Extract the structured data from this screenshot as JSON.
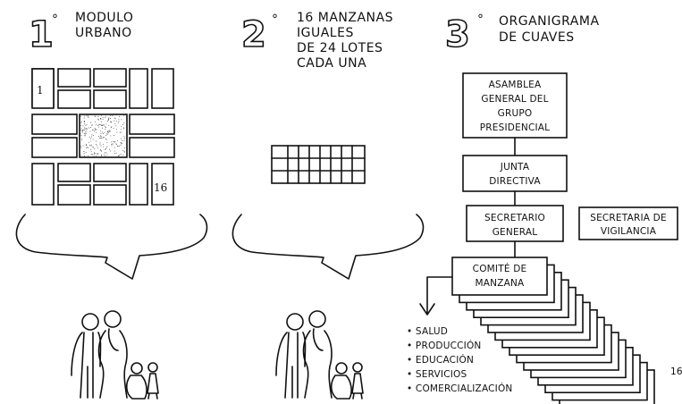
{
  "panels": [
    {
      "number": "1",
      "degree": "°",
      "title_lines": [
        "MODULO",
        "URBANO"
      ]
    },
    {
      "number": "2",
      "degree": "°",
      "title_lines": [
        "16 MANZANAS",
        "IGUALES",
        "DE 24 LOTES",
        "CADA UNA"
      ]
    },
    {
      "number": "3",
      "degree": "°",
      "title_lines": [
        "ORGANIGRAMA",
        "DE CUAVES"
      ]
    }
  ],
  "module": {
    "first_block_label": "1",
    "last_block_label": "16"
  },
  "org": {
    "assembly": [
      "ASAMBLEA",
      "GENERAL DEL",
      "GRUPO",
      "PRESIDENCIAL"
    ],
    "board": [
      "JUNTA",
      "DIRECTIVA"
    ],
    "secretary_general": [
      "SECRETARIO",
      "GENERAL"
    ],
    "vigilance": [
      "SECRETARIA DE",
      "VIGILANCIA"
    ],
    "committee": [
      "COMITÉ DE",
      "MANZANA"
    ],
    "committee_count": "16",
    "functions": [
      "• SALUD",
      "• PRODUCCIÓN",
      "• EDUCACIÓN",
      "• SERVICIOS",
      "• COMERCIALIZACIÓN"
    ]
  }
}
